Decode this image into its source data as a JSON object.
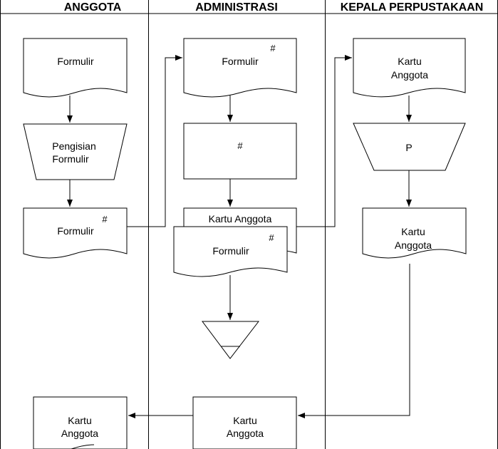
{
  "lanes": {
    "anggota": "ANGGOTA",
    "administrasi": "ADMINISTRASI",
    "kepala": "KEPALA PERPUSTAKAAN"
  },
  "anggota": {
    "formulir": "Formulir",
    "pengisian_line1": "Pengisian",
    "pengisian_line2": "Formulir",
    "formulir2": "Formulir",
    "formulir2_mark": "#",
    "kartu_line1": "Kartu",
    "kartu_line2": "Anggota"
  },
  "administrasi": {
    "formulir": "Formulir",
    "formulir_mark": "#",
    "process_mark": "#",
    "stack_back": "Kartu Anggota",
    "stack_front": "Formulir",
    "stack_front_mark": "#",
    "kartu_line1": "Kartu",
    "kartu_line2": "Anggota"
  },
  "kepala": {
    "kartu_line1": "Kartu",
    "kartu_line2": "Anggota",
    "manual_mark": "P",
    "kartu2_line1": "Kartu",
    "kartu2_line2": "Anggota"
  }
}
